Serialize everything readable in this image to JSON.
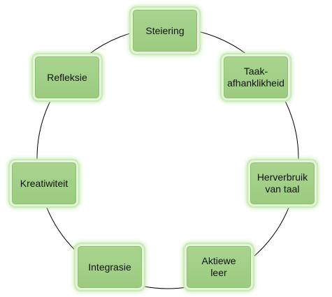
{
  "diagram": {
    "nodes": [
      {
        "label": "Steiering"
      },
      {
        "label": "Taak-\nafhanklikheid"
      },
      {
        "label": "Herverbruik\nvan taal"
      },
      {
        "label": "Aktiewe\nleer"
      },
      {
        "label": "Integrasie"
      },
      {
        "label": "Kreatiwiteit"
      },
      {
        "label": "Refleksie"
      }
    ],
    "colors": {
      "node_fill": "#a1cf85",
      "node_glow": "#c9ebb6",
      "ring_stroke": "#000000"
    }
  }
}
